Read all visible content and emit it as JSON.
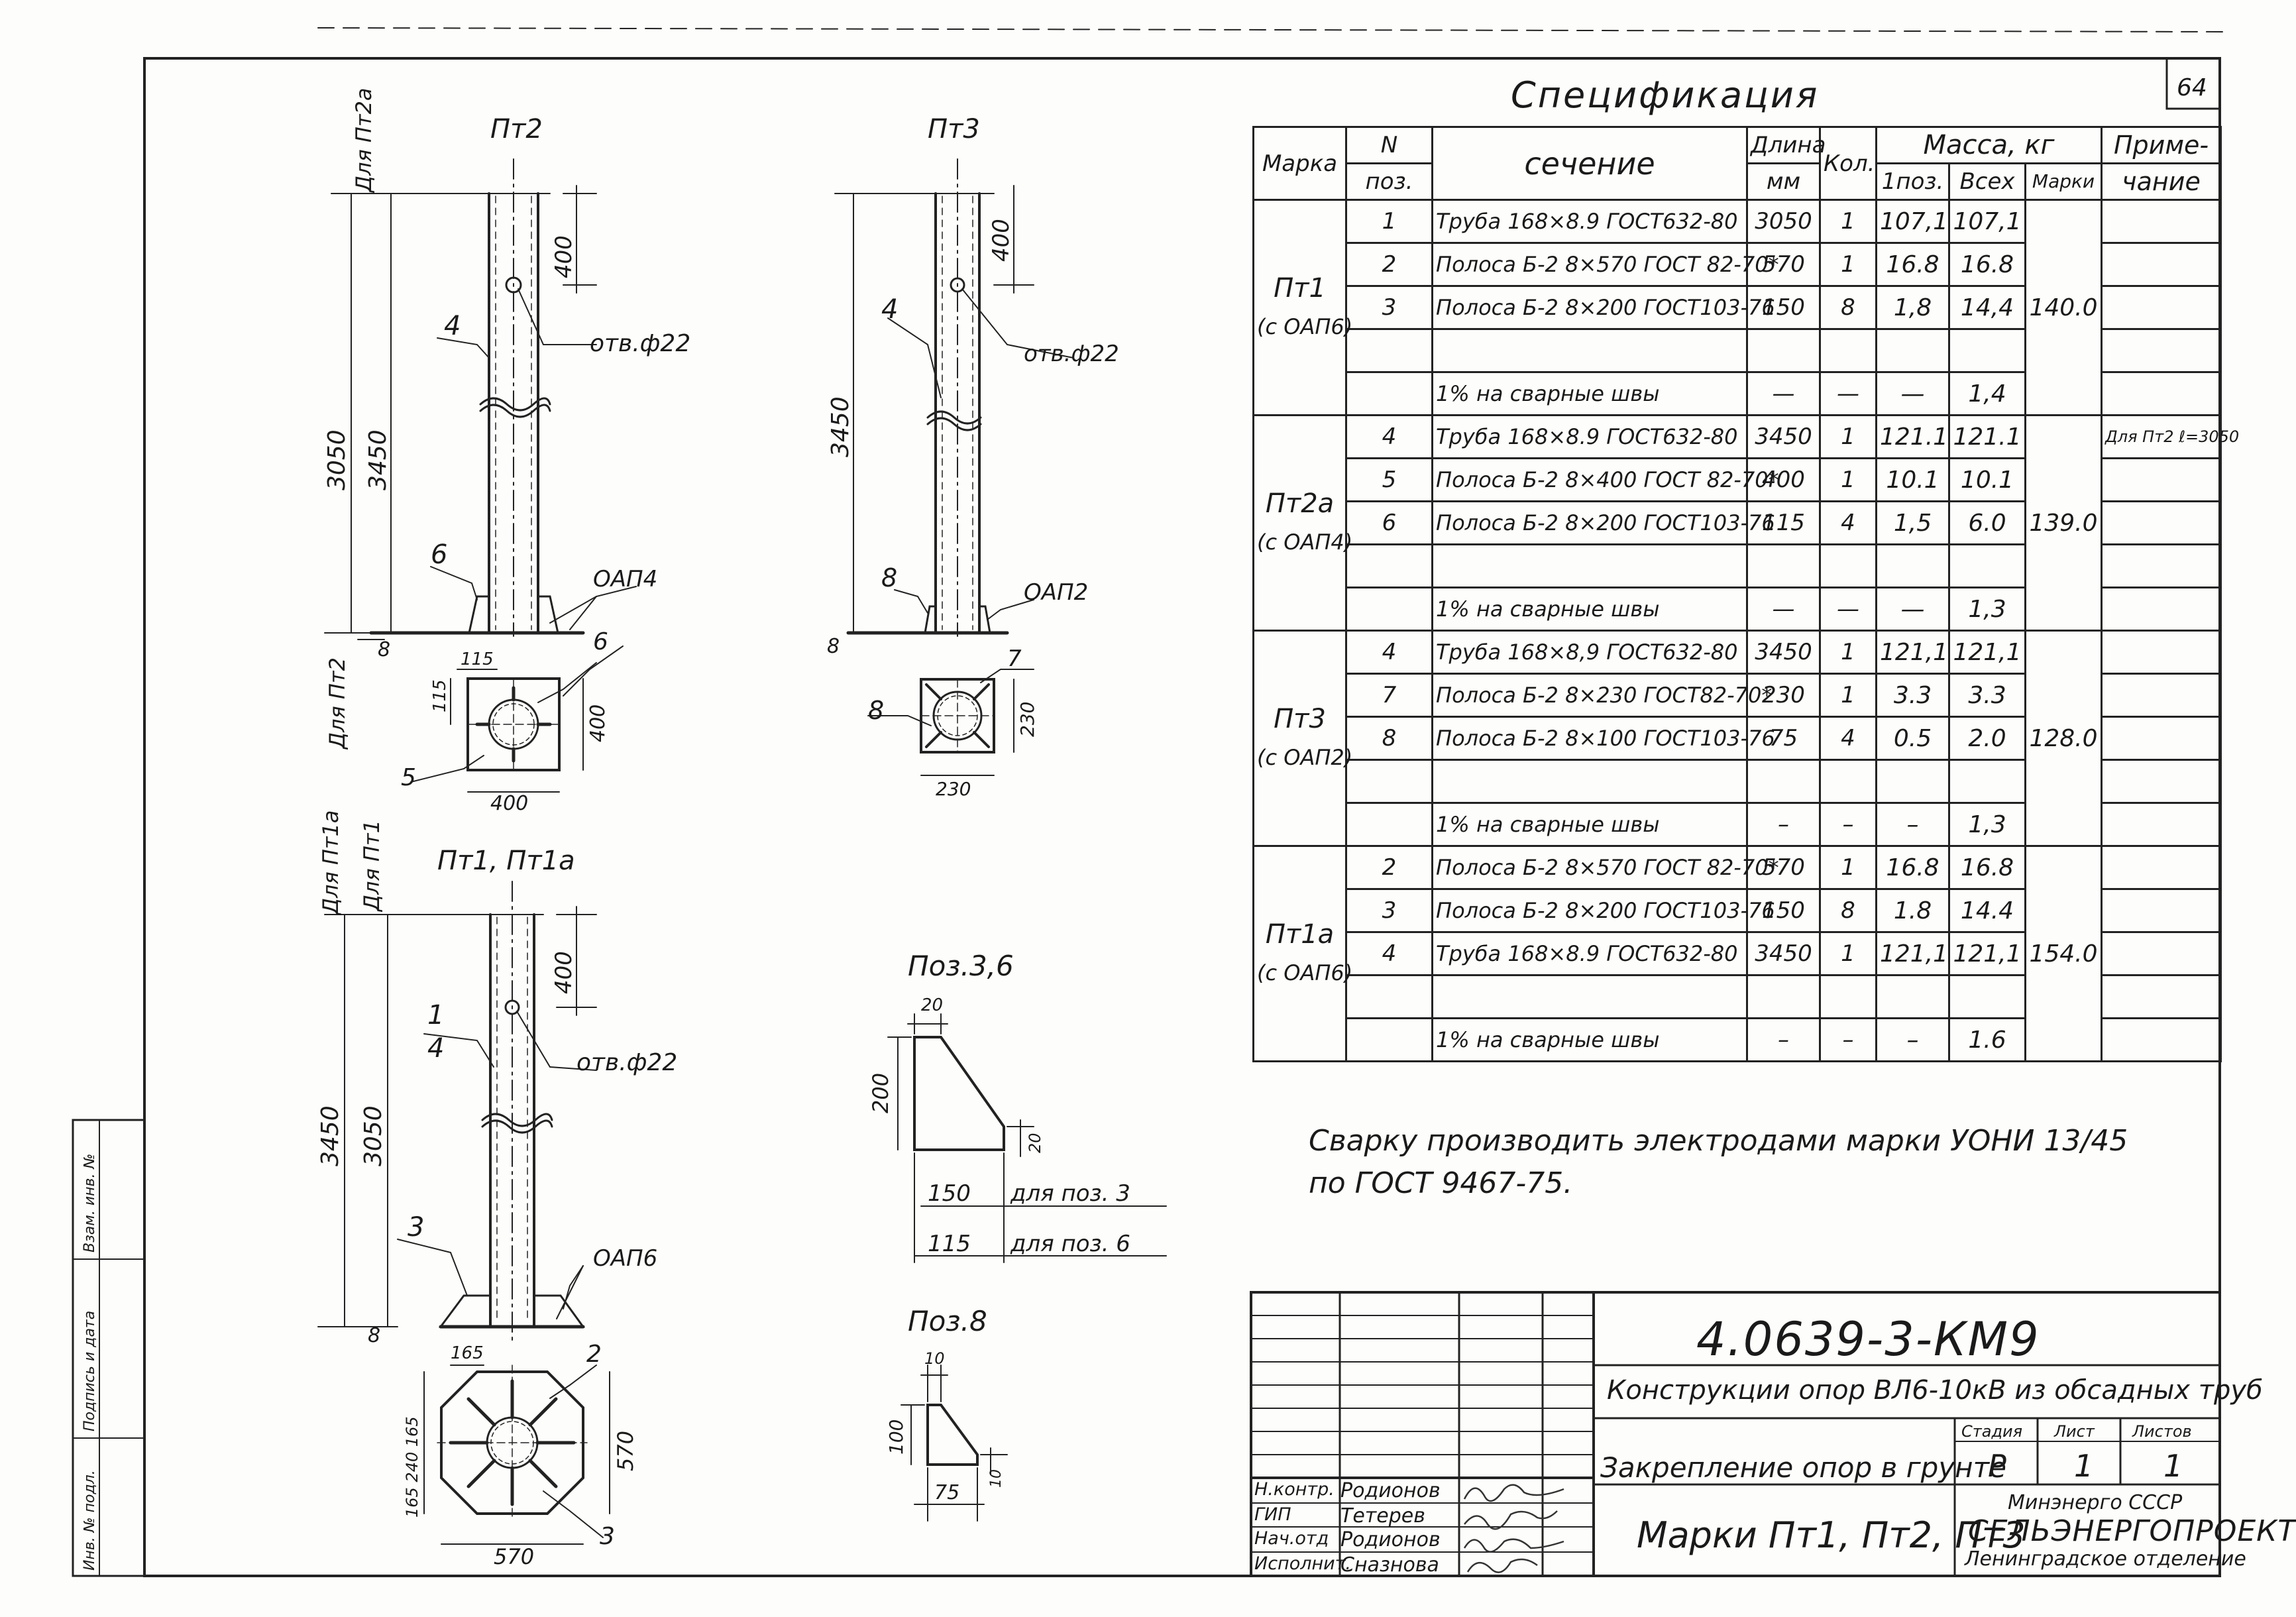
{
  "sheet_number": "64",
  "spec": {
    "title": "Спецификация",
    "headers": {
      "mark": "Марка",
      "pos_n": "N",
      "pos": "поз.",
      "section": "сечение",
      "length_1": "Длина",
      "length_2": "мм",
      "qty": "Кол.",
      "mass": "Масса, кг",
      "mass_pos": "1поз.",
      "mass_all": "Всех",
      "mass_mark": "Марки",
      "note_1": "Приме-",
      "note_2": "чание"
    },
    "groups": [
      {
        "mark": "Пт1",
        "mark_sub": "(с ОАП6)",
        "mass_mark": "140.0",
        "rows": [
          {
            "pos": "1",
            "section": "Труба 168×8.9 ГОСТ632-80",
            "length": "3050",
            "qty": "1",
            "m1": "107,1",
            "mall": "107,1",
            "note": ""
          },
          {
            "pos": "2",
            "section": "Полоса Б-2 8×570 ГОСТ 82-70*",
            "length": "570",
            "qty": "1",
            "m1": "16.8",
            "mall": "16.8",
            "note": ""
          },
          {
            "pos": "3",
            "section": "Полоса Б-2 8×200 ГОСТ103-76",
            "length": "150",
            "qty": "8",
            "m1": "1,8",
            "mall": "14,4",
            "note": ""
          },
          {
            "pos": "",
            "section": "",
            "length": "",
            "qty": "",
            "m1": "",
            "mall": "",
            "note": ""
          },
          {
            "pos": "",
            "section": "1% на сварные швы",
            "length": "—",
            "qty": "—",
            "m1": "—",
            "mall": "1,4",
            "note": ""
          }
        ]
      },
      {
        "mark": "Пт2а",
        "mark_sub": "(с ОАП4)",
        "mass_mark": "139.0",
        "rows": [
          {
            "pos": "4",
            "section": "Труба 168×8.9 ГОСТ632-80",
            "length": "3450",
            "qty": "1",
            "m1": "121.1",
            "mall": "121.1",
            "note": "Для Пт2 ℓ=3050"
          },
          {
            "pos": "5",
            "section": "Полоса Б-2 8×400 ГОСТ 82-70*",
            "length": "400",
            "qty": "1",
            "m1": "10.1",
            "mall": "10.1",
            "note": ""
          },
          {
            "pos": "6",
            "section": "Полоса Б-2 8×200 ГОСТ103-76",
            "length": "115",
            "qty": "4",
            "m1": "1,5",
            "mall": "6.0",
            "note": ""
          },
          {
            "pos": "",
            "section": "",
            "length": "",
            "qty": "",
            "m1": "",
            "mall": "",
            "note": ""
          },
          {
            "pos": "",
            "section": "1% на сварные швы",
            "length": "—",
            "qty": "—",
            "m1": "—",
            "mall": "1,3",
            "note": ""
          }
        ]
      },
      {
        "mark": "Пт3",
        "mark_sub": "(с ОАП2)",
        "mass_mark": "128.0",
        "rows": [
          {
            "pos": "4",
            "section": "Труба 168×8,9 ГОСТ632-80",
            "length": "3450",
            "qty": "1",
            "m1": "121,1",
            "mall": "121,1",
            "note": ""
          },
          {
            "pos": "7",
            "section": "Полоса Б-2 8×230 ГОСТ82-70*",
            "length": "230",
            "qty": "1",
            "m1": "3.3",
            "mall": "3.3",
            "note": ""
          },
          {
            "pos": "8",
            "section": "Полоса Б-2 8×100 ГОСТ103-76",
            "length": "75",
            "qty": "4",
            "m1": "0.5",
            "mall": "2.0",
            "note": ""
          },
          {
            "pos": "",
            "section": "",
            "length": "",
            "qty": "",
            "m1": "",
            "mall": "",
            "note": ""
          },
          {
            "pos": "",
            "section": "1% на сварные швы",
            "length": "–",
            "qty": "–",
            "m1": "–",
            "mall": "1,3",
            "note": ""
          }
        ]
      },
      {
        "mark": "Пт1а",
        "mark_sub": "(с ОАП6)",
        "mass_mark": "154.0",
        "rows": [
          {
            "pos": "2",
            "section": "Полоса Б-2 8×570 ГОСТ 82-70*",
            "length": "570",
            "qty": "1",
            "m1": "16.8",
            "mall": "16.8",
            "note": ""
          },
          {
            "pos": "3",
            "section": "Полоса Б-2 8×200 ГОСТ103-76",
            "length": "150",
            "qty": "8",
            "m1": "1.8",
            "mall": "14.4",
            "note": ""
          },
          {
            "pos": "4",
            "section": "Труба 168×8.9 ГОСТ632-80",
            "length": "3450",
            "qty": "1",
            "m1": "121,1",
            "mall": "121,1",
            "note": ""
          },
          {
            "pos": "",
            "section": "",
            "length": "",
            "qty": "",
            "m1": "",
            "mall": "",
            "note": ""
          },
          {
            "pos": "",
            "section": "1% на сварные швы",
            "length": "–",
            "qty": "–",
            "m1": "–",
            "mall": "1.6",
            "note": ""
          }
        ]
      }
    ]
  },
  "note": {
    "line1": "Сварку производить электродами марки УОНИ 13/45",
    "line2": "по ГОСТ 9467-75."
  },
  "drawings": {
    "pt2": {
      "title": "Пт2",
      "for_top": "Для Пт2а",
      "for_bottom": "Для Пт2",
      "dim_3050": "3050",
      "dim_3450": "3450",
      "dim_400": "400",
      "dim_8": "8",
      "hole": "отв.ф22",
      "pos_4": "4",
      "pos_6": "6",
      "base": "ОАП4",
      "plan_115a": "115",
      "plan_115b": "115",
      "plan_400w": "400",
      "plan_400h": "400",
      "plan_6": "6",
      "plan_5": "5"
    },
    "pt3": {
      "title": "Пт3",
      "dim_3450": "3450",
      "dim_400": "400",
      "dim_8": "8",
      "hole": "отв.ф22",
      "pos_4": "4",
      "pos_8": "8",
      "base": "ОАП2",
      "plan_7": "7",
      "plan_8": "8",
      "plan_230w": "230",
      "plan_230h": "230"
    },
    "pt1": {
      "title": "Пт1, Пт1а",
      "for_a": "Для Пт1а",
      "for_1": "Для Пт1",
      "dim_3450": "3450",
      "dim_3050": "3050",
      "dim_400": "400",
      "dim_8": "8",
      "hole": "отв.ф22",
      "pos_1": "1",
      "pos_4": "4",
      "pos_3": "3",
      "base": "ОАП6",
      "plan_2": "2",
      "plan_3": "3",
      "plan_165": "165",
      "plan_165_240_165": "165 240 165",
      "plan_570w": "570",
      "plan_570h": "570"
    },
    "pos36": {
      "title": "Поз.3,6",
      "d20": "20",
      "d200": "200",
      "d20b": "20",
      "d150": "150",
      "for3": "для поз. 3",
      "d115": "115",
      "for6": "для поз. 6"
    },
    "pos8": {
      "title": "Поз.8",
      "d10": "10",
      "d100": "100",
      "d10b": "10",
      "d75": "75"
    }
  },
  "title_block": {
    "code": "4.0639-3-КМ9",
    "name": "Конструкции опор ВЛ6-10кВ из обсадных труб",
    "fixation": "Закрепление опор в грунте",
    "marks": "Марки Пт1, Пт2, Пт3",
    "stage_label": "Стадия",
    "sheet_label": "Лист",
    "sheets_label": "Листов",
    "stage": "Р",
    "sheet": "1",
    "sheets": "1",
    "org1": "Минэнерго СССР",
    "org2": "СЕЛЬЭНЕРГОПРОЕКТ",
    "org3": "Ленинградское отделение",
    "people": [
      {
        "role": "Н.контр.",
        "name": "Родионов"
      },
      {
        "role": "ГИП",
        "name": "Тетерев"
      },
      {
        "role": "Нач.отд",
        "name": "Родионов"
      },
      {
        "role": "Исполнит.",
        "name": "Сназнова"
      }
    ]
  },
  "side_stamp": {
    "inv_podl": "Инв. № подл.",
    "podpis": "Подпись и дата",
    "vzam": "Взам. инв. №"
  }
}
